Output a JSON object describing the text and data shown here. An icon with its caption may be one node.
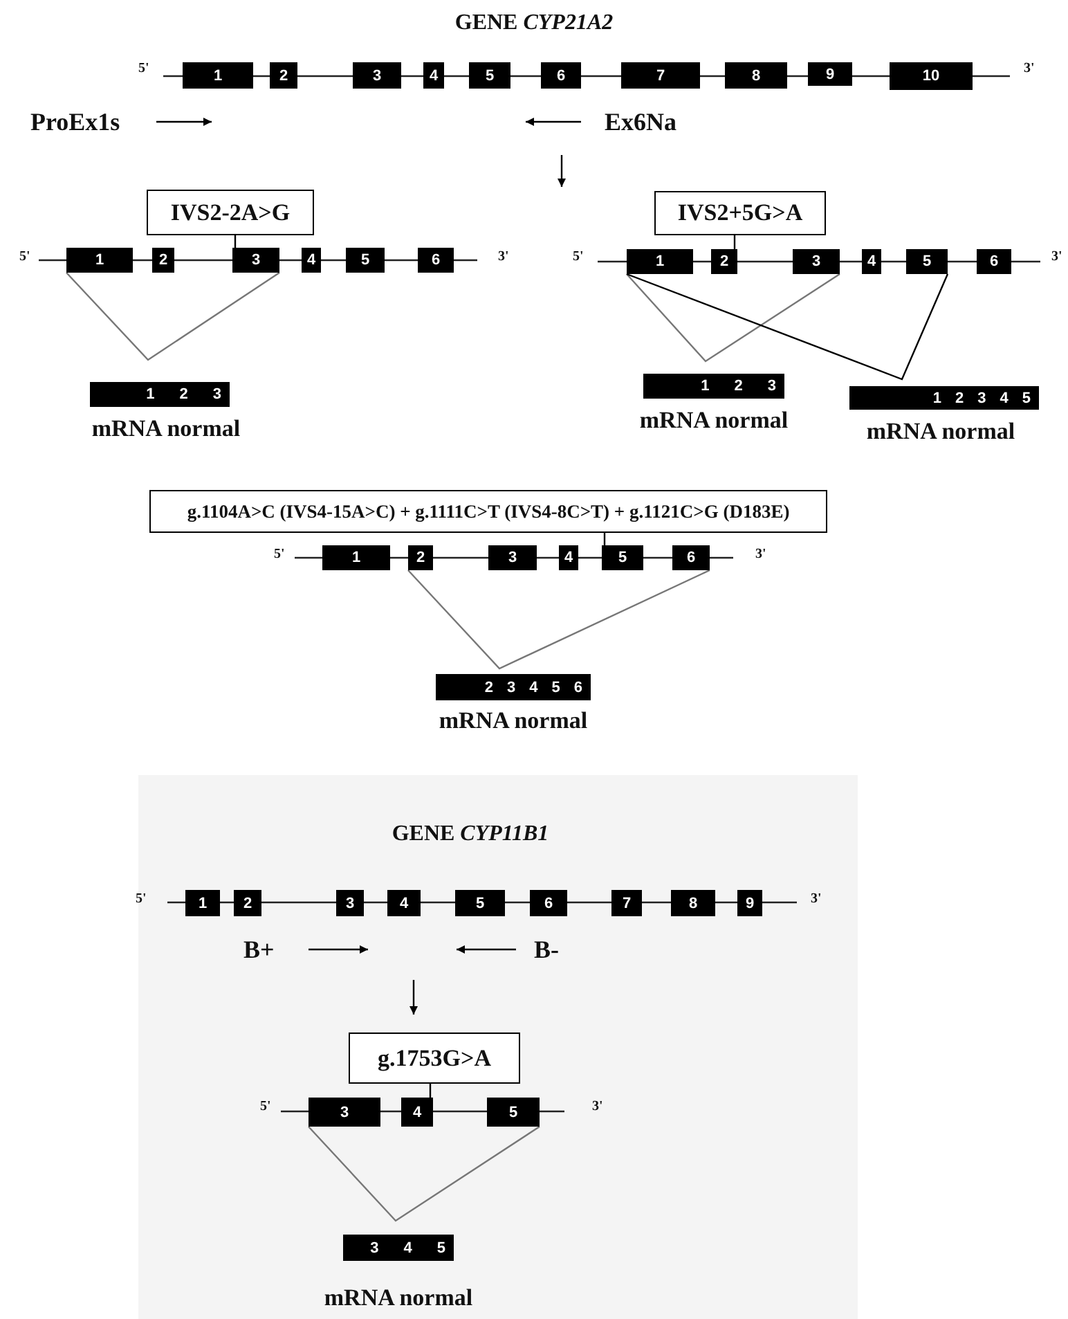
{
  "diagram": {
    "nodes": [
      {
        "text": [
          "1"
        ]
      },
      {
        "text": [
          "2"
        ]
      },
      {
        "text": [
          "3"
        ]
      },
      {
        "text": [
          "4"
        ]
      },
      {
        "text": [
          "5"
        ]
      },
      {
        "text": [
          "6"
        ]
      },
      {
        "text": [
          "7"
        ]
      },
      {
        "text": [
          "8"
        ]
      },
      {
        "text": [
          "9"
        ]
      },
      {
        "text": [
          "10"
        ]
      },
      {
        "text": [
          "IVS2-2A>G"
        ]
      },
      {
        "text": [
          "IVS2+5G>A"
        ]
      },
      {
        "text": [
          "1"
        ]
      },
      {
        "text": [
          "2"
        ]
      },
      {
        "text": [
          "3"
        ]
      },
      {
        "text": [
          "4"
        ]
      },
      {
        "text": [
          "5"
        ]
      },
      {
        "text": [
          "6"
        ]
      },
      {
        "text": [
          "1"
        ]
      },
      {
        "text": [
          "2"
        ]
      },
      {
        "text": [
          "3"
        ]
      },
      {
        "text": [
          "4"
        ]
      },
      {
        "text": [
          "5"
        ]
      },
      {
        "text": [
          "6"
        ]
      },
      {
        "text": [
          "1",
          "2",
          "3"
        ],
        "beside": [
          "mRNA normal"
        ]
      },
      {
        "text": [
          "1",
          "2",
          "3"
        ],
        "beside": [
          "mRNA normal"
        ]
      },
      {
        "text": [
          "1",
          "2",
          "3",
          "4",
          "5"
        ],
        "beside": [
          "mRNA normal"
        ]
      },
      {
        "text": [
          "g.1104A>C (IVS4-15A>C) + g.1111C>T (IVS4-8C>T) + g.1121C>G (D183E)"
        ]
      },
      {
        "text": [
          "1"
        ]
      },
      {
        "text": [
          "2"
        ]
      },
      {
        "text": [
          "3"
        ]
      },
      {
        "text": [
          "4"
        ]
      },
      {
        "text": [
          "5"
        ]
      },
      {
        "text": [
          "6"
        ]
      },
      {
        "text": [
          "2",
          "3",
          "4",
          "5",
          "6"
        ],
        "beside": [
          "mRNA normal"
        ]
      },
      {
        "text": [
          "1"
        ]
      },
      {
        "text": [
          "2"
        ]
      },
      {
        "text": [
          "3"
        ]
      },
      {
        "text": [
          "4"
        ]
      },
      {
        "text": [
          "5"
        ]
      },
      {
        "text": [
          "6"
        ]
      },
      {
        "text": [
          "7"
        ]
      },
      {
        "text": [
          "8"
        ]
      },
      {
        "text": [
          "9"
        ]
      },
      {
        "text": [
          "g.1753G>A"
        ]
      },
      {
        "text": [
          "3"
        ]
      },
      {
        "text": [
          "4"
        ]
      },
      {
        "text": [
          "5"
        ]
      },
      {
        "text": [
          "3",
          "4",
          "5"
        ],
        "beside": [
          "mRNA normal"
        ]
      }
    ],
    "edges": [
      {
        "from": 10,
        "to": 14,
        "arrow": "none"
      },
      {
        "from": 11,
        "to": 19,
        "arrow": "none"
      },
      {
        "from": 12,
        "to": 14,
        "arrow": "none",
        "color": "#777777"
      },
      {
        "from": 18,
        "to": 20,
        "arrow": "none",
        "color": "#777777"
      },
      {
        "from": 18,
        "to": 22,
        "arrow": "none"
      },
      {
        "from": 27,
        "to": 32,
        "arrow": "none"
      },
      {
        "from": 29,
        "to": 33,
        "arrow": "none",
        "color": "#777777"
      },
      {
        "from": 44,
        "to": 46,
        "arrow": "none"
      },
      {
        "from": 45,
        "to": 47,
        "arrow": "none",
        "color": "#777777"
      }
    ],
    "labels": [
      "GENE *CYP21A2*",
      "5'",
      "3'",
      "ProEx1s",
      "Ex6Na",
      "5'",
      "3'",
      "5'",
      "3'",
      "5'",
      "3'",
      "GENE *CYP11B1*",
      "5'",
      "3'",
      "B+",
      "B-",
      "5'",
      "3'"
    ]
  }
}
